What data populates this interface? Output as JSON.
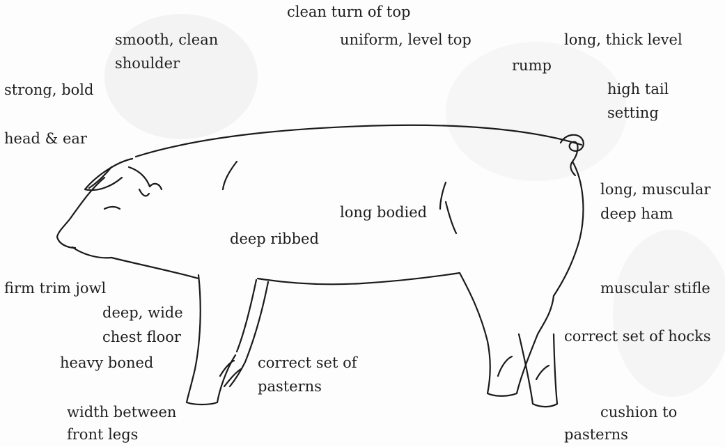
{
  "diagram": {
    "labels": {
      "clean_turn": "clean turn of top",
      "smooth_line1": "smooth, clean",
      "smooth_line2": "shoulder",
      "uniform_top": "uniform, level top",
      "long_thick": "long, thick level",
      "rump": "rump",
      "strong_bold": "strong, bold",
      "head_ear": "head & ear",
      "high_tail_line1": "high tail",
      "high_tail_line2": "setting",
      "long_muscular_line1": "long, muscular",
      "long_muscular_line2": "deep ham",
      "long_bodied": "long bodied",
      "deep_ribbed": "deep ribbed",
      "firm_trim_jowl": "firm trim jowl",
      "muscular_stifle": "muscular stifle",
      "deep_wide_line1": "deep, wide",
      "deep_wide_line2": "chest floor",
      "correct_hocks": "correct set of hocks",
      "heavy_boned": "heavy boned",
      "correct_pasterns_line1": "correct set of",
      "correct_pasterns_line2": "pasterns",
      "width_between_line1": "width between",
      "width_between_line2": "front legs",
      "cushion_line1": "cushion to",
      "cushion_line2": "pasterns"
    }
  }
}
